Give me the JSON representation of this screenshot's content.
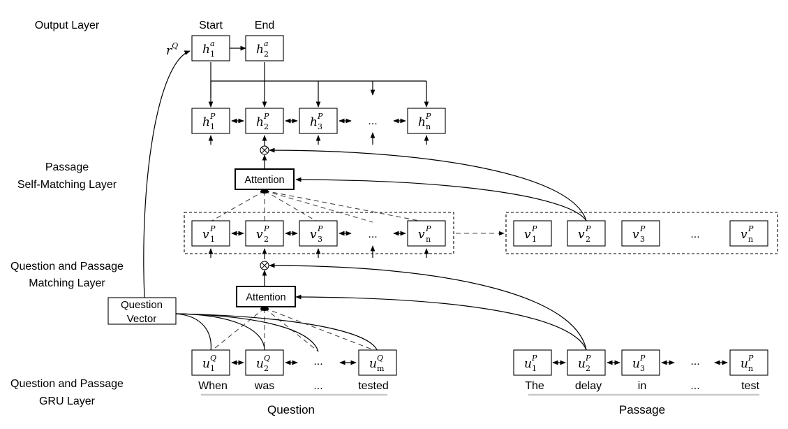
{
  "layers": {
    "output": "Output Layer",
    "self_matching_1": "Passage",
    "self_matching_2": "Self-Matching Layer",
    "matching_1": "Question and Passage",
    "matching_2": "Matching Layer",
    "gru_1": "Question and Passage",
    "gru_2": "GRU Layer"
  },
  "output": {
    "start": "Start",
    "end": "End",
    "rq": "r",
    "rq_sup": "Q"
  },
  "question_vector": {
    "line1": "Question",
    "line2": "Vector"
  },
  "attention": {
    "top": "Attention",
    "bottom": "Attention"
  },
  "ellipsis": "...",
  "question_words": [
    "When",
    "was",
    "...",
    "tested"
  ],
  "passage_words": [
    "The",
    "delay",
    "in",
    "...",
    "test"
  ],
  "captions": {
    "question": "Question",
    "passage": "Passage"
  },
  "nodes": {
    "h_a": [
      {
        "base": "h",
        "sup": "a",
        "sub": "1"
      },
      {
        "base": "h",
        "sup": "a",
        "sub": "2"
      }
    ],
    "h_p": [
      {
        "base": "h",
        "sup": "P",
        "sub": "1"
      },
      {
        "base": "h",
        "sup": "P",
        "sub": "2"
      },
      {
        "base": "h",
        "sup": "P",
        "sub": "3"
      },
      {
        "base": "h",
        "sup": "P",
        "sub": "n"
      }
    ],
    "v_p_left": [
      {
        "base": "v",
        "sup": "P",
        "sub": "1"
      },
      {
        "base": "v",
        "sup": "P",
        "sub": "2"
      },
      {
        "base": "v",
        "sup": "P",
        "sub": "3"
      },
      {
        "base": "v",
        "sup": "P",
        "sub": "n"
      }
    ],
    "v_p_right": [
      {
        "base": "v",
        "sup": "P",
        "sub": "1"
      },
      {
        "base": "v",
        "sup": "P",
        "sub": "2"
      },
      {
        "base": "v",
        "sup": "P",
        "sub": "3"
      },
      {
        "base": "v",
        "sup": "P",
        "sub": "n"
      }
    ],
    "u_q": [
      {
        "base": "u",
        "sup": "Q",
        "sub": "1"
      },
      {
        "base": "u",
        "sup": "Q",
        "sub": "2"
      },
      {
        "base": "u",
        "sup": "Q",
        "sub": "m"
      }
    ],
    "u_p": [
      {
        "base": "u",
        "sup": "P",
        "sub": "1"
      },
      {
        "base": "u",
        "sup": "P",
        "sub": "2"
      },
      {
        "base": "u",
        "sup": "P",
        "sub": "3"
      },
      {
        "base": "u",
        "sup": "P",
        "sub": "n"
      }
    ]
  }
}
